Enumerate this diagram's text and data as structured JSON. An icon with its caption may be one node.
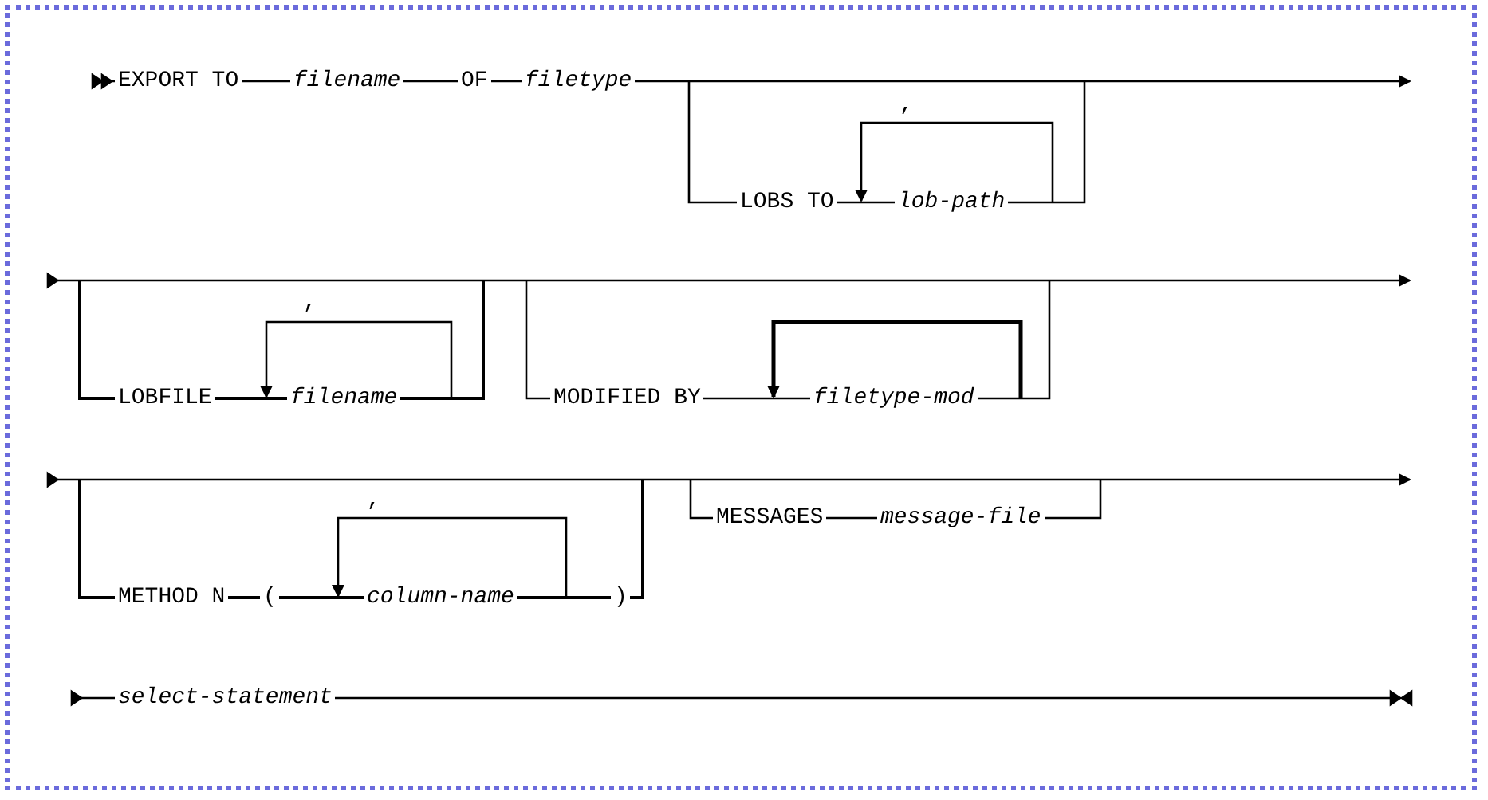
{
  "diagram": {
    "labels": [
      "EXPORT TO",
      "filename",
      "OF",
      "filetype",
      ",",
      "LOBS TO",
      "lob-path",
      ",",
      "LOBFILE",
      "filename",
      "MODIFIED BY",
      "filetype-mod",
      ",",
      "METHOD N",
      "(",
      "column-name",
      ")",
      "MESSAGES",
      "message-file",
      "select-statement"
    ]
  }
}
